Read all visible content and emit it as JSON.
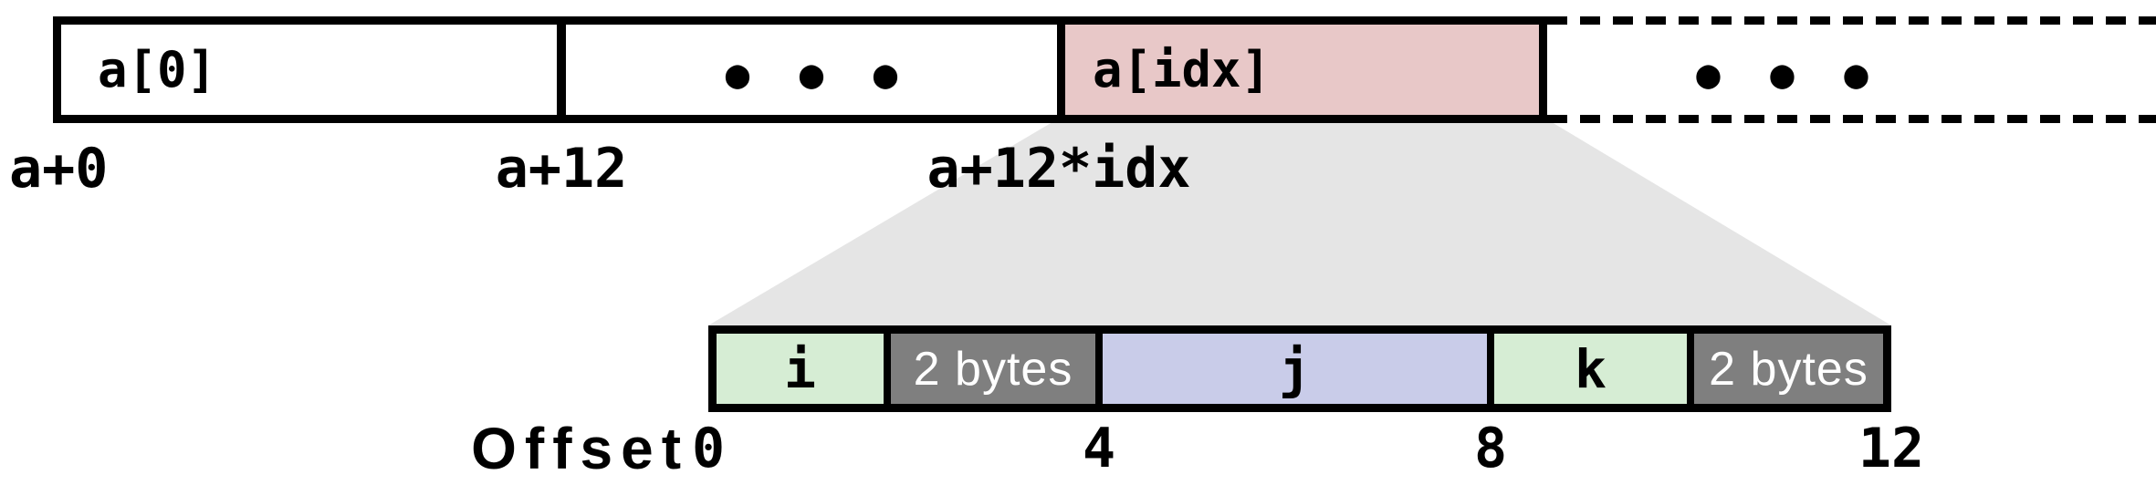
{
  "colors": {
    "border_black": "#000000",
    "highlight_pink": "#e8c8c8",
    "field_green": "#d6edd4",
    "field_purple": "#c9cce9",
    "padding_gray": "#7f7f7f",
    "projection_gray": "#e5e5e5"
  },
  "array_row": {
    "cells": [
      {
        "label": "a[0]"
      },
      {
        "ellipsis": "● ● ●"
      },
      {
        "label": "a[idx]"
      },
      {
        "ellipsis": "● ● ●"
      }
    ],
    "address_labels": [
      {
        "text": "a+0"
      },
      {
        "text": "a+12"
      },
      {
        "text": "a+12*idx"
      }
    ]
  },
  "struct_detail": {
    "fields": [
      {
        "label": "i"
      },
      {
        "label": "2 bytes"
      },
      {
        "label": "j"
      },
      {
        "label": "k"
      },
      {
        "label": "2 bytes"
      }
    ],
    "offset_title": "Offset",
    "offset_ticks": [
      {
        "value": "0"
      },
      {
        "value": "4"
      },
      {
        "value": "8"
      },
      {
        "value": "12"
      }
    ]
  }
}
